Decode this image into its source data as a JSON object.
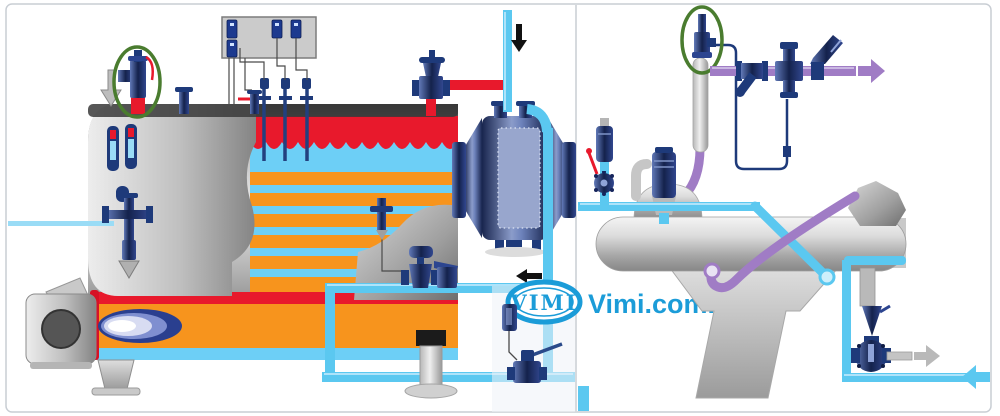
{
  "watermark": {
    "logo_text": "VIMI",
    "site_text": "Vimi.com.vn"
  },
  "colors": {
    "pipe_water_blue": "#5bc8f0",
    "pipe_steam_purple": "#a07cc5",
    "valve_navy": "#1e3a7a",
    "steam_red": "#e8192c",
    "furnace_orange": "#f7941d",
    "boiler_water_blue": "#6dcff6",
    "metal_gray": "#b5b5b5",
    "safety_valve_highlight_green": "#4a7c2f",
    "logo_blue": "#1b9cd8",
    "arrow_black": "#111111"
  },
  "icons": {
    "left_panel": "steam-boiler-cutaway-with-heat-exchanger",
    "right_panel": "condensate-tank-with-pressure-reducing-station",
    "arrows": [
      "down-arrow",
      "left-arrow",
      "gray-down-arrow",
      "purple-right-arrow",
      "gray-right-arrow",
      "blue-left-arrow"
    ]
  }
}
